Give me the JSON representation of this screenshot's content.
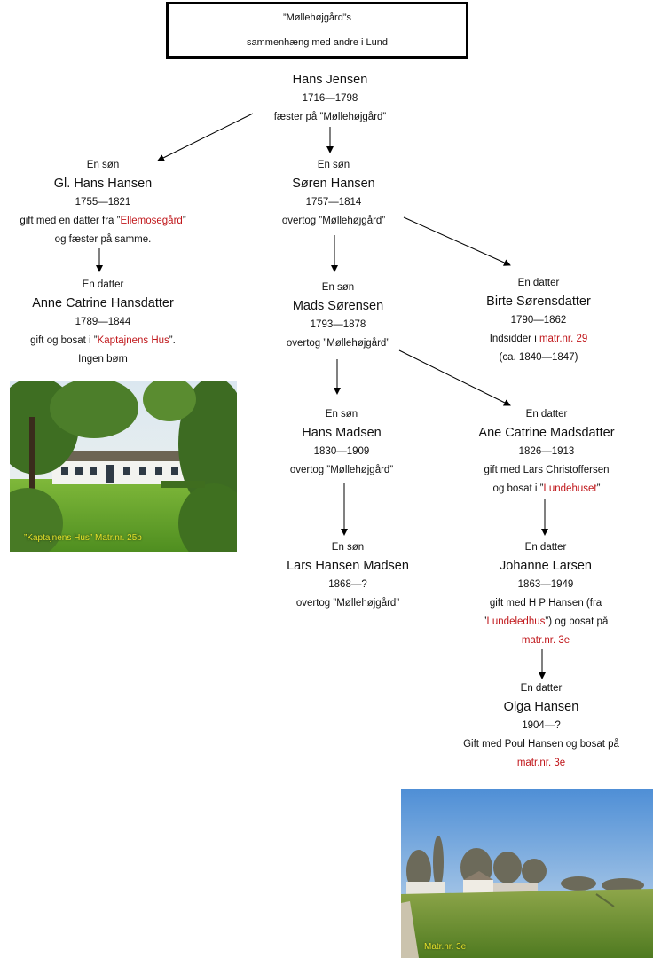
{
  "header": {
    "line1": "”Møllehøjgård”s",
    "line2": "sammenhæng med andre i Lund"
  },
  "persons": {
    "hans_jensen": {
      "name": "Hans Jensen",
      "years": "1716—1798",
      "desc": "fæster på ”Møllehøjgård”"
    },
    "gl_hans_hansen": {
      "relation": "En søn",
      "name": "Gl. Hans Hansen",
      "years": "1755—1821",
      "desc1_pre": "gift med en datter fra ”",
      "desc1_link": "Ellemosegård",
      "desc1_post": "”",
      "desc2": "og fæster på samme."
    },
    "soren_hansen": {
      "relation": "En søn",
      "name": "Søren Hansen",
      "years": "1757—1814",
      "desc": "overtog ”Møllehøjgård”"
    },
    "anne_catrine_hansdatter": {
      "relation": "En datter",
      "name": "Anne Catrine Hansdatter",
      "years": "1789—1844",
      "desc1_pre": "gift og bosat i ”",
      "desc1_link": "Kaptajnens Hus",
      "desc1_post": "”.",
      "desc2": "Ingen børn"
    },
    "mads_sorensen": {
      "relation": "En søn",
      "name": "Mads Sørensen",
      "years": "1793—1878",
      "desc": "overtog ”Møllehøjgård”"
    },
    "birte_sorensdatter": {
      "relation": "En datter",
      "name": "Birte Sørensdatter",
      "years": "1790—1862",
      "desc1_pre": "Indsidder i ",
      "desc1_link": "matr.nr. 29",
      "desc2": "(ca. 1840—1847)"
    },
    "hans_madsen": {
      "relation": "En søn",
      "name": "Hans Madsen",
      "years": "1830—1909",
      "desc": "overtog ”Møllehøjgård”"
    },
    "ane_catrine_madsdatter": {
      "relation": "En datter",
      "name": "Ane Catrine Madsdatter",
      "years": "1826—1913",
      "desc1": "gift med Lars Christoffersen",
      "desc2_pre": "og bosat i ”",
      "desc2_link": "Lundehuset",
      "desc2_post": "”"
    },
    "lars_hansen_madsen": {
      "relation": "En søn",
      "name": "Lars Hansen Madsen",
      "years": "1868—?",
      "desc": "overtog ”Møllehøjgård”"
    },
    "johanne_larsen": {
      "relation": "En datter",
      "name": "Johanne Larsen",
      "years": "1863—1949",
      "desc1": "gift med H P Hansen (fra",
      "desc2_pre": "”",
      "desc2_link": "Lundeledhus",
      "desc2_post": "”) og bosat på",
      "desc3_link": "matr.nr. 3e"
    },
    "olga_hansen": {
      "relation": "En datter",
      "name": "Olga Hansen",
      "years": "1904—?",
      "desc1": "Gift med Poul Hansen og bosat på",
      "desc2_link": "matr.nr. 3e"
    }
  },
  "photos": {
    "kaptajnens_hus": {
      "caption": "”Kaptajnens Hus” Matr.nr. 25b"
    },
    "matr_3e": {
      "caption": "Matr.nr. 3e"
    }
  },
  "colors": {
    "link_red": "#c0161a",
    "caption_yellow": "#e5e02a"
  }
}
